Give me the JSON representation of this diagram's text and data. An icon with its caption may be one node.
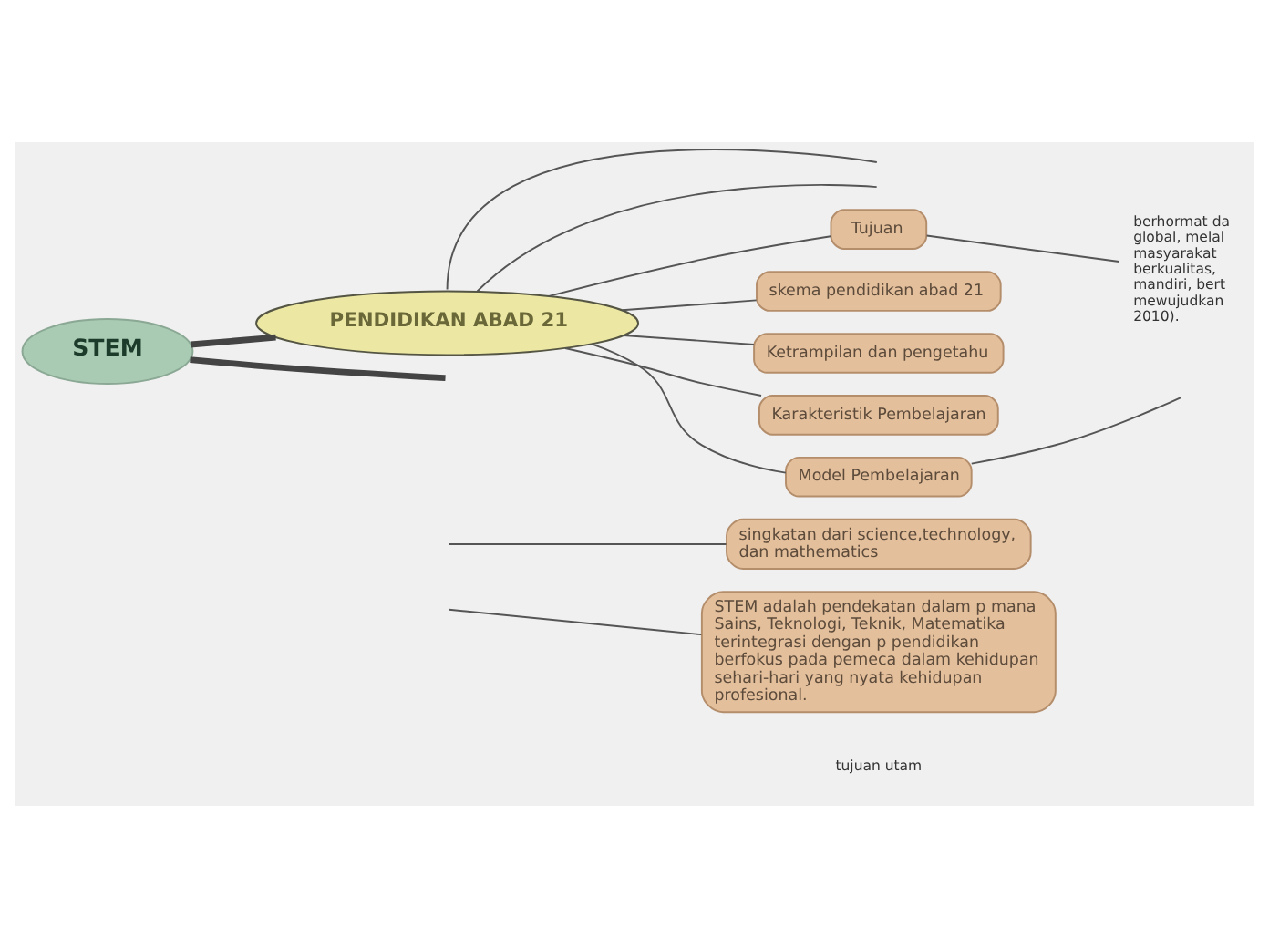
{
  "diagram": {
    "nodes": [
      {
        "text": [
          "STEM"
        ]
      },
      {
        "text": [
          "PENDIDIKAN ABAD 21"
        ]
      },
      {
        "text": [
          "Tujuan"
        ]
      },
      {
        "text": [
          "berhormat da global, melal masyarakat berkualitas, mandiri, bert mewujudkan 2010)."
        ]
      },
      {
        "text": [
          "skema pendidikan abad 21"
        ]
      },
      {
        "text": [
          "Ketrampilan dan pengetahu"
        ]
      },
      {
        "text": [
          "Karakteristik Pembelajaran"
        ]
      },
      {
        "text": [
          "Model Pembelajaran"
        ]
      },
      {
        "text": [
          "singkatan dari science,technology, dan mathematics"
        ]
      },
      {
        "text": [
          "STEM adalah pendekatan dalam p mana Sains, Teknologi, Teknik, Matematika terintegrasi dengan p pendidikan berfokus pada pemeca dalam kehidupan sehari-hari yang nyata kehidupan profesional."
        ]
      }
    ],
    "edges": [
      {
        "from": 0,
        "to": 1,
        "arrow": "none",
        "style": "thick"
      },
      {
        "from": 0,
        "to": null,
        "arrow": "none",
        "style": "thick"
      },
      {
        "from": 1,
        "to": null,
        "arrow": "none"
      },
      {
        "from": 1,
        "to": null,
        "arrow": "none"
      },
      {
        "from": 1,
        "to": 2,
        "arrow": "none"
      },
      {
        "from": 2,
        "to": 3,
        "arrow": "none"
      },
      {
        "from": 1,
        "to": 4,
        "arrow": "none"
      },
      {
        "from": 1,
        "to": 5,
        "arrow": "none"
      },
      {
        "from": 1,
        "to": 6,
        "arrow": "none"
      },
      {
        "from": 1,
        "to": 7,
        "arrow": "none"
      },
      {
        "from": 7,
        "to": null,
        "arrow": "none"
      },
      {
        "from": null,
        "to": 8,
        "arrow": "none"
      },
      {
        "from": null,
        "to": 9,
        "arrow": "none"
      }
    ],
    "labels": [
      "tujuan utam"
    ]
  }
}
